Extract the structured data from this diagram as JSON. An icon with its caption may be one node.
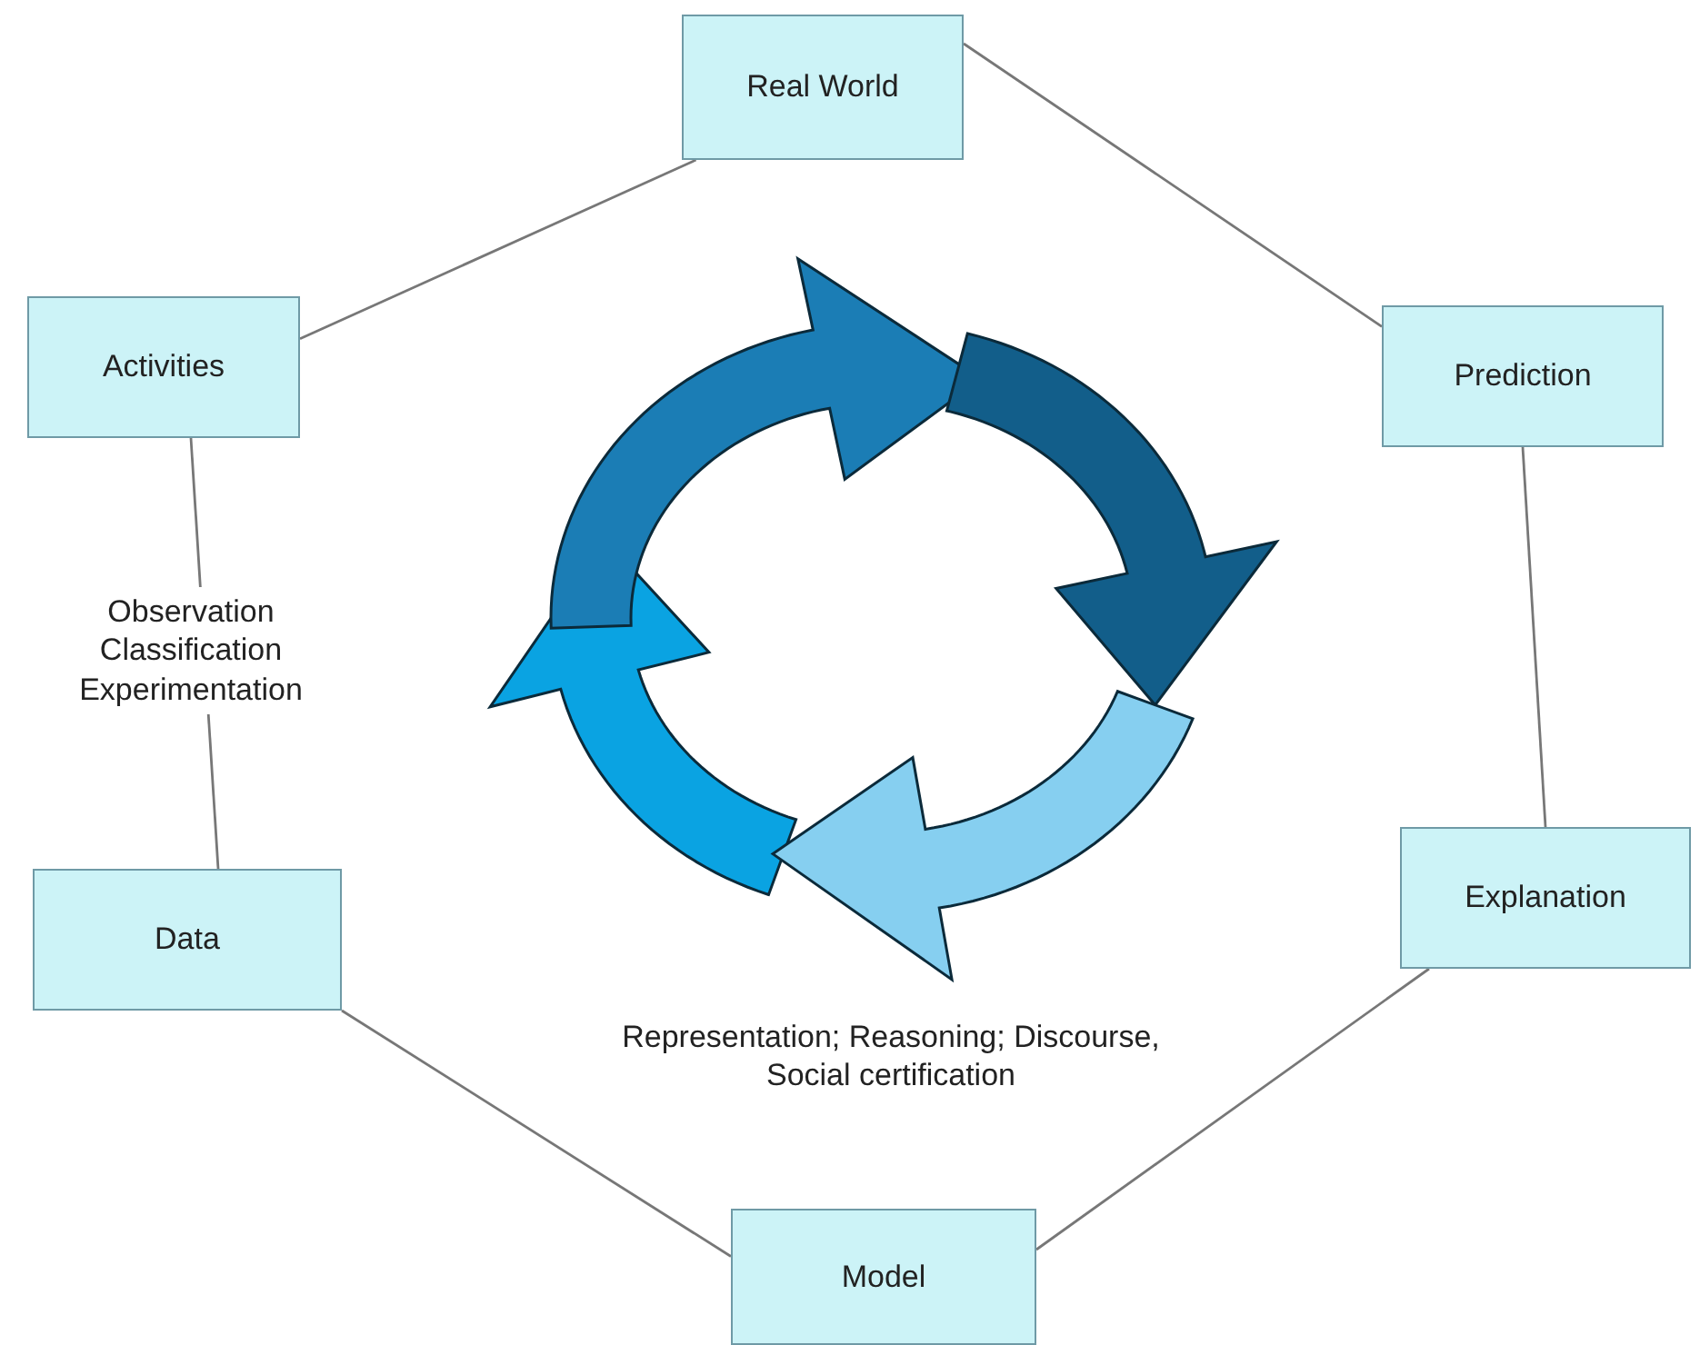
{
  "diagram": {
    "nodes": [
      {
        "text": [
          "Real World"
        ]
      },
      {
        "text": [
          "Activities"
        ]
      },
      {
        "text": [
          "Prediction"
        ]
      },
      {
        "text": [
          "Data"
        ]
      },
      {
        "text": [
          "Explanation"
        ]
      },
      {
        "text": [
          "Model"
        ]
      }
    ],
    "edges": [
      {
        "from": 0,
        "to": 1,
        "arrow": "none"
      },
      {
        "from": 0,
        "to": 2,
        "arrow": "none"
      },
      {
        "from": 1,
        "to": 3,
        "arrow": "none",
        "label": "Observation Classification Experimentation"
      },
      {
        "from": 2,
        "to": 4,
        "arrow": "none"
      },
      {
        "from": 3,
        "to": 5,
        "arrow": "none"
      },
      {
        "from": 4,
        "to": 5,
        "arrow": "none"
      }
    ],
    "labels": [
      "Representation; Reasoning; Discourse, Social certification"
    ]
  }
}
